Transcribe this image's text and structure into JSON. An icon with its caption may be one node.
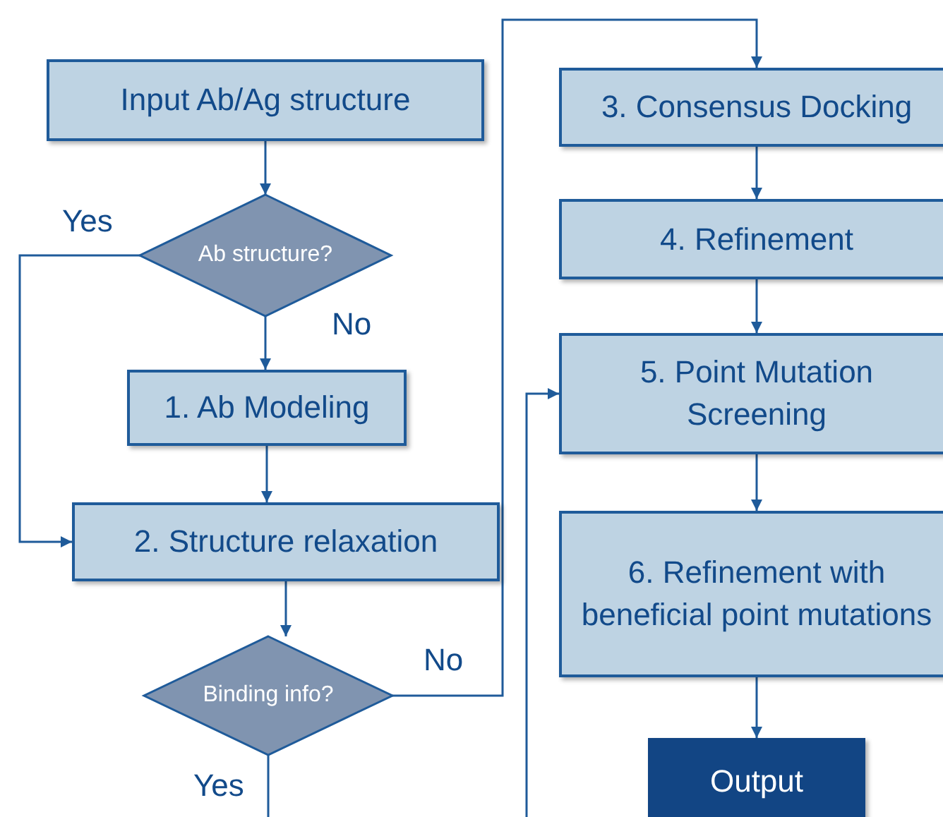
{
  "diagram": {
    "nodes": [
      {
        "text": [
          "Input Ab/Ag structure"
        ]
      },
      {
        "text": [
          "Ab structure?"
        ]
      },
      {
        "text": [
          "1. Ab Modeling"
        ]
      },
      {
        "text": [
          "2. Structure relaxation"
        ]
      },
      {
        "text": [
          "Binding info?"
        ]
      },
      {
        "text": [
          "3. Consensus Docking"
        ]
      },
      {
        "text": [
          "4. Refinement"
        ]
      },
      {
        "text": [
          "5. Point Mutation Screening"
        ]
      },
      {
        "text": [
          "6. Refinement with beneficial point mutations"
        ]
      },
      {
        "text": [
          "Output"
        ]
      }
    ],
    "edges": [
      {
        "from": 0,
        "to": 1,
        "arrow": "to"
      },
      {
        "from": 1,
        "to": 2,
        "arrow": "to",
        "label": "No"
      },
      {
        "from": 1,
        "to": 3,
        "arrow": "to",
        "label": "Yes"
      },
      {
        "from": 2,
        "to": 3,
        "arrow": "to"
      },
      {
        "from": 3,
        "to": 4,
        "arrow": "to"
      },
      {
        "from": 4,
        "to": 5,
        "arrow": "to",
        "label": "No"
      },
      {
        "from": 4,
        "to": 7,
        "arrow": "to",
        "label": "Yes"
      },
      {
        "from": 5,
        "to": 6,
        "arrow": "to"
      },
      {
        "from": 6,
        "to": 7,
        "arrow": "to"
      },
      {
        "from": 7,
        "to": 8,
        "arrow": "to"
      },
      {
        "from": 8,
        "to": 9,
        "arrow": "to"
      }
    ]
  }
}
